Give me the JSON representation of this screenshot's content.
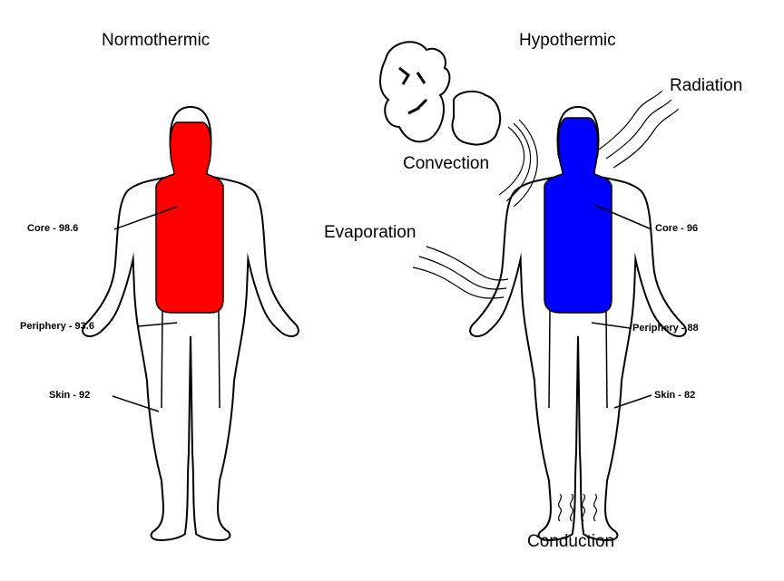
{
  "normothermic": {
    "title": "Normothermic",
    "core_label": "Core - 98.6",
    "periphery_label": "Periphery - 93.6",
    "skin_label": "Skin - 92",
    "core_color": "#ff0000"
  },
  "hypothermic": {
    "title": "Hypothermic",
    "core_label": "Core - 96",
    "periphery_label": "Periphery - 88",
    "skin_label": "Skin - 82",
    "core_color": "#0000ff"
  },
  "mechanisms": {
    "convection": "Convection",
    "radiation": "Radiation",
    "evaporation": "Evaporation",
    "conduction": "Conduction"
  }
}
